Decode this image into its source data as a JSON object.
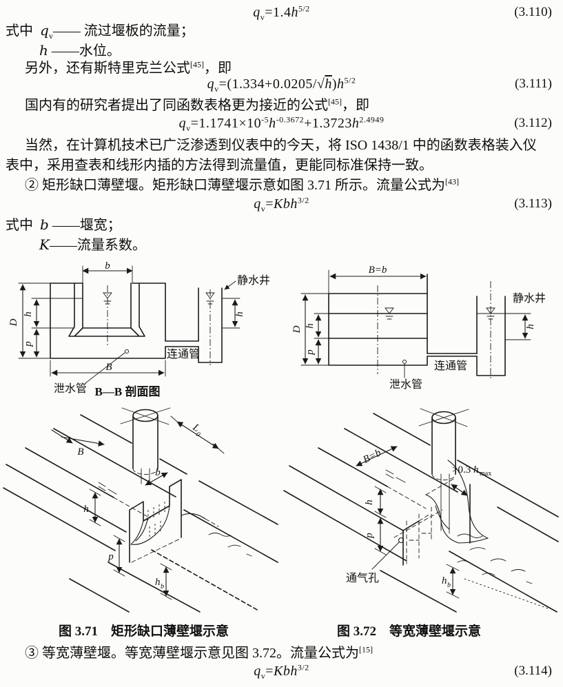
{
  "page": {
    "background": "#fcfcfa",
    "ink": "#111111"
  },
  "paragraphs": {
    "p_var_qv": "式中&nbsp;&nbsp;<i>q</i><sub>v</sub>—— 流过堰板的流量；",
    "p_var_h": "<i>h</i> ——水位。",
    "p_strickland": "另外，还有斯特里克兰公式<sup class=\"cite\">[45]</sup>，即",
    "p_domestic": "国内有的研究者提出了同函数表格更为接近的公式<sup class=\"cite\">[45]</sup>，即",
    "p_computer_a": "当然，在计算机技术已广泛渗透到仪表中的今天，将 ISO 1438/1 中的函数表格装入仪",
    "p_computer_b": "表中，采用查表和线形内插的方法得到流量值，更能同标准保持一致。",
    "p_item2": "② 矩形缺口薄壁堰。矩形缺口薄壁堰示意如图 3.71 所示。流量公式为<sup class=\"cite\">[43]</sup>",
    "p_var_b": "式中&nbsp;&nbsp;<i>b</i> ——堰宽；",
    "p_var_K": "<i>K</i>——流量系数。",
    "p_item3": "③ 等宽薄壁堰。等宽薄壁堰示意见图 3.72。流量公式为<sup class=\"cite\">[15]</sup>"
  },
  "equations": {
    "eq110": {
      "html": "<i>q</i><sub>v</sub>=1.4<i>h</i><sup>5/2</sup>",
      "number": "(3.110)"
    },
    "eq111": {
      "html": "<i>q</i><sub>v</sub>=(1.334+0.0205/√<span class=\"ol\"><i>h</i></span>)<i>h</i><sup>5/2</sup>",
      "number": "(3.111)"
    },
    "eq112": {
      "html": "<i>q</i><sub>v</sub>=1.1741×10<sup>-5</sup><i>h</i><sup>-0.3672</sup>+1.3723<i>h</i><sup>2.4949</sup>",
      "number": "(3.112)"
    },
    "eq113": {
      "html": "<i>q</i><sub>v</sub>=<i>Kbh</i><sup>3/2</sup>",
      "number": "(3.113)"
    },
    "eq114": {
      "html": "<i>q</i><sub>v</sub>=<i>Kbh</i><sup>3/2</sup>",
      "number": "(3.114)"
    }
  },
  "fig71": {
    "caption": "图 3.71　矩形缺口薄壁堰示意",
    "section": {
      "b": "b",
      "D": "D",
      "h": "h",
      "p": "p",
      "B": "B",
      "drain": "泄水管",
      "pipe": "连通管",
      "well": "静水井",
      "well_h": "h",
      "view_caption": "B—B 剖面图"
    },
    "iso": {
      "flow_B": "B",
      "L_main": "L",
      "L_sub": "0",
      "b": "b",
      "h": "h",
      "p": "p",
      "hb_main": "h",
      "hb_sub": "b"
    }
  },
  "fig72": {
    "caption": "图 3.72　等宽薄壁堰示意",
    "section": {
      "Bb": "B=b",
      "D": "D",
      "h": "h",
      "p": "p",
      "pipe": "连通管",
      "drain": "泄水管",
      "well": "静水井",
      "well_h": "h"
    },
    "iso": {
      "Bb": "B=b",
      "clearance_main": ">0.3",
      "clearance_var": "h",
      "clearance_sub": "max",
      "h": "h",
      "p": "p",
      "vent": "通气孔",
      "hb_main": "h",
      "hb_sub": "b"
    }
  }
}
